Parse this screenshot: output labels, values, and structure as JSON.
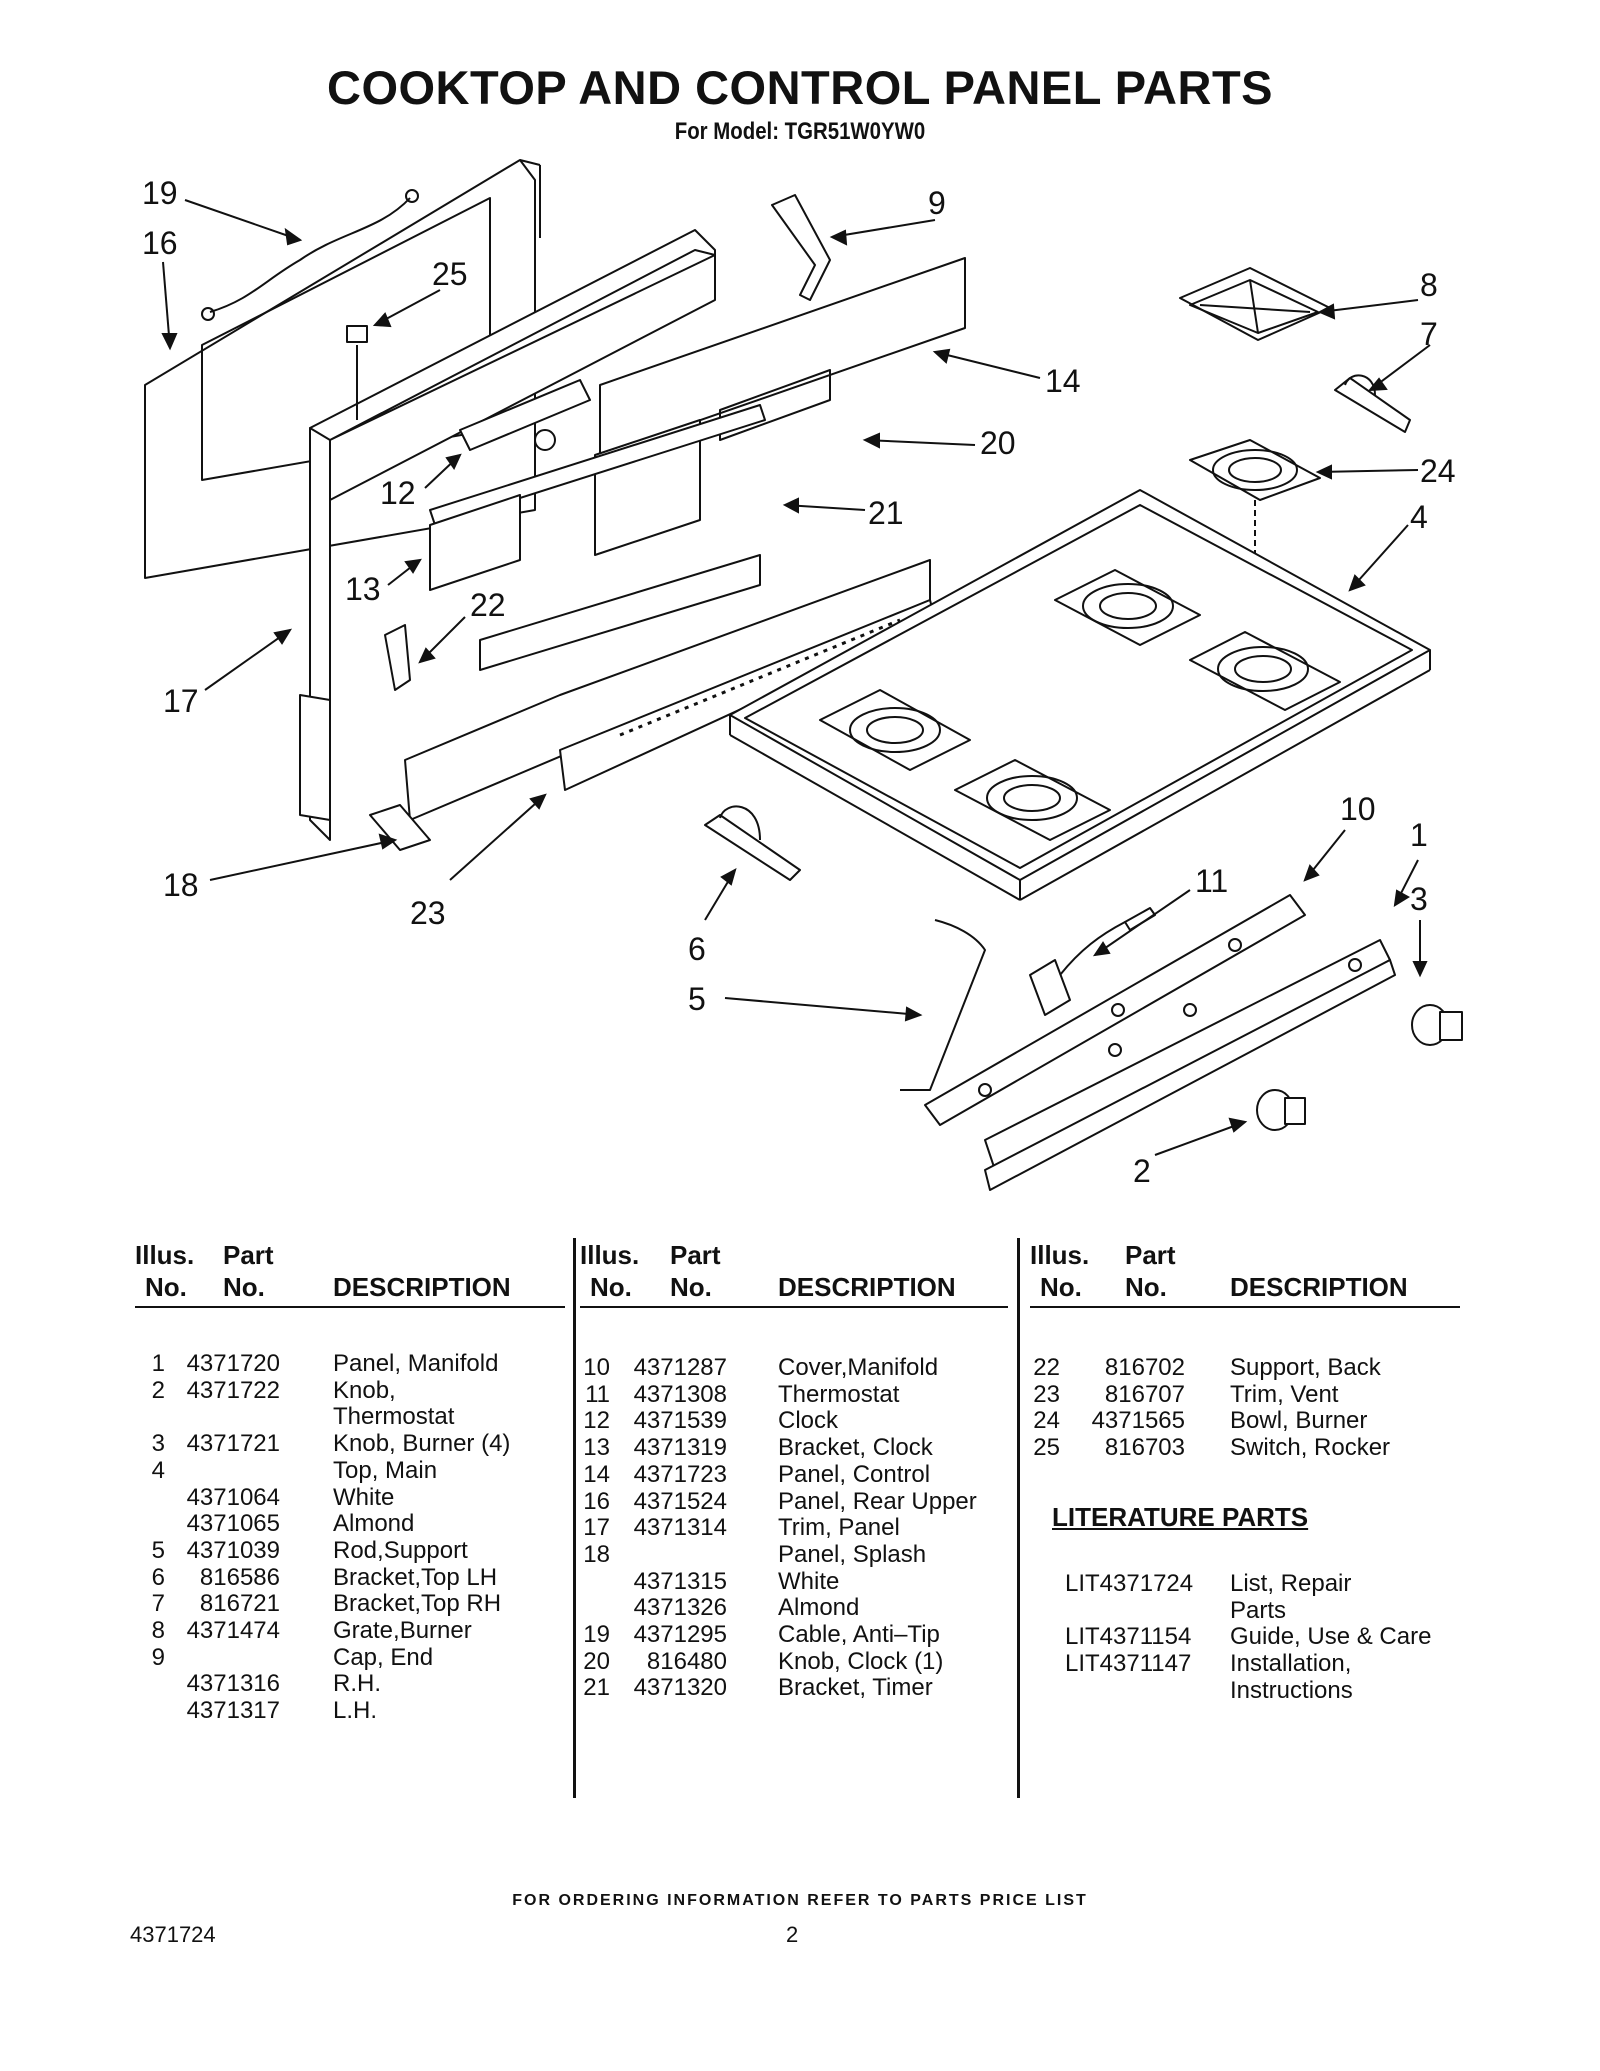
{
  "title": "COOKTOP AND CONTROL PANEL PARTS",
  "subtitle": "For Model: TGR51W0YW0",
  "callouts": [
    "19",
    "16",
    "25",
    "9",
    "8",
    "7",
    "14",
    "20",
    "24",
    "4",
    "12",
    "21",
    "13",
    "22",
    "17",
    "18",
    "23",
    "10",
    "1",
    "11",
    "3",
    "6",
    "5",
    "2"
  ],
  "headers": {
    "illus": "Illus.",
    "no": "No.",
    "part": "Part",
    "description": "DESCRIPTION"
  },
  "col1": [
    {
      "illus": "1",
      "part": "4371720",
      "desc": "Panel, Manifold"
    },
    {
      "illus": "2",
      "part": "4371722",
      "desc": "Knob,"
    },
    {
      "illus": "",
      "part": "",
      "desc": "Thermostat"
    },
    {
      "illus": "3",
      "part": "4371721",
      "desc": "Knob, Burner (4)"
    },
    {
      "illus": "4",
      "part": "",
      "desc": "Top, Main"
    },
    {
      "illus": "",
      "part": "4371064",
      "desc": "White"
    },
    {
      "illus": "",
      "part": "4371065",
      "desc": "Almond"
    },
    {
      "illus": "5",
      "part": "4371039",
      "desc": "Rod,Support"
    },
    {
      "illus": "6",
      "part": "816586",
      "desc": "Bracket,Top LH"
    },
    {
      "illus": "7",
      "part": "816721",
      "desc": "Bracket,Top RH"
    },
    {
      "illus": "8",
      "part": "4371474",
      "desc": "Grate,Burner"
    },
    {
      "illus": "9",
      "part": "",
      "desc": "Cap, End"
    },
    {
      "illus": "",
      "part": "4371316",
      "desc": "R.H."
    },
    {
      "illus": "",
      "part": "4371317",
      "desc": "L.H."
    }
  ],
  "col2": [
    {
      "illus": "10",
      "part": "4371287",
      "desc": "Cover,Manifold"
    },
    {
      "illus": "11",
      "part": "4371308",
      "desc": "Thermostat"
    },
    {
      "illus": "12",
      "part": "4371539",
      "desc": "Clock"
    },
    {
      "illus": "13",
      "part": "4371319",
      "desc": "Bracket, Clock"
    },
    {
      "illus": "14",
      "part": "4371723",
      "desc": "Panel, Control"
    },
    {
      "illus": "16",
      "part": "4371524",
      "desc": "Panel, Rear Upper"
    },
    {
      "illus": "17",
      "part": "4371314",
      "desc": "Trim, Panel"
    },
    {
      "illus": "18",
      "part": "",
      "desc": "Panel, Splash"
    },
    {
      "illus": "",
      "part": "4371315",
      "desc": "White"
    },
    {
      "illus": "",
      "part": "4371326",
      "desc": "Almond"
    },
    {
      "illus": "19",
      "part": "4371295",
      "desc": "Cable, Anti–Tip"
    },
    {
      "illus": "20",
      "part": "816480",
      "desc": "Knob, Clock (1)"
    },
    {
      "illus": "21",
      "part": "4371320",
      "desc": "Bracket, Timer"
    }
  ],
  "col3": [
    {
      "illus": "22",
      "part": "816702",
      "desc": "Support, Back"
    },
    {
      "illus": "23",
      "part": "816707",
      "desc": "Trim, Vent"
    },
    {
      "illus": "24",
      "part": "4371565",
      "desc": "Bowl, Burner"
    },
    {
      "illus": "25",
      "part": "816703",
      "desc": "Switch, Rocker"
    }
  ],
  "literature": {
    "title": "LITERATURE PARTS",
    "items": [
      {
        "part": "LIT4371724",
        "desc": "List, Repair"
      },
      {
        "part": "",
        "desc": "Parts"
      },
      {
        "part": "LIT4371154",
        "desc": "Guide, Use & Care"
      },
      {
        "part": "LIT4371147",
        "desc": "Installation,"
      },
      {
        "part": "",
        "desc": "Instructions"
      }
    ]
  },
  "footer": "FOR ORDERING INFORMATION REFER TO PARTS PRICE LIST",
  "doc_number": "4371724",
  "page_number": "2"
}
